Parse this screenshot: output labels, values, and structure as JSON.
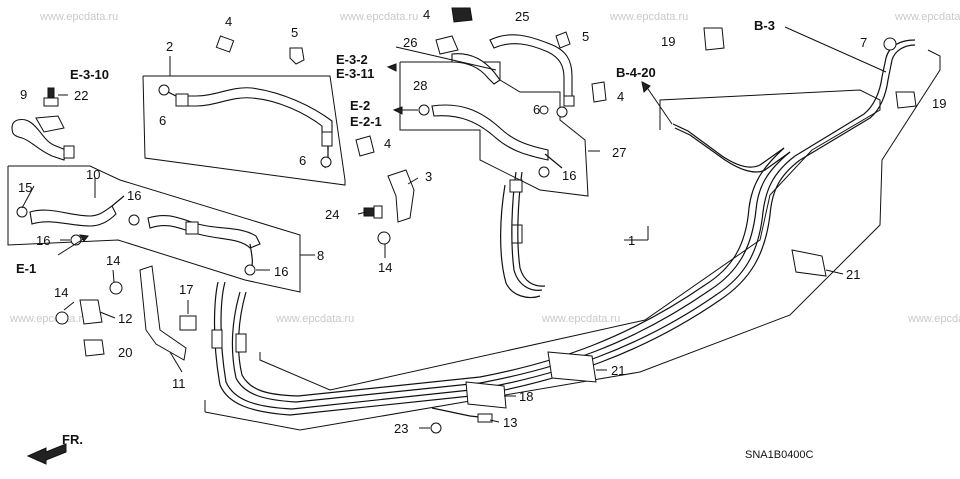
{
  "watermark": "www.epcdata.ru",
  "diagram_code": "SNA1B0400C",
  "front_label": "FR.",
  "refs": {
    "e310": "E-3-10",
    "e32": "E-3-2",
    "e311": "E-3-11",
    "e2": "E-2",
    "e21": "E-2-1",
    "e1": "E-1",
    "b3": "B-3",
    "b420": "B-4-20"
  },
  "labels": {
    "n1": "1",
    "n2": "2",
    "n3": "3",
    "n4a": "4",
    "n4b": "4",
    "n4c": "4",
    "n4d": "4",
    "n5a": "5",
    "n5b": "5",
    "n6a": "6",
    "n6b": "6",
    "n6c": "6",
    "n7": "7",
    "n8": "8",
    "n9": "9",
    "n10": "10",
    "n11": "11",
    "n12": "12",
    "n13": "13",
    "n14a": "14",
    "n14b": "14",
    "n14c": "14",
    "n15": "15",
    "n16a": "16",
    "n16b": "16",
    "n16c": "16",
    "n16d": "16",
    "n17": "17",
    "n18": "18",
    "n19a": "19",
    "n19b": "19",
    "n20": "20",
    "n21a": "21",
    "n21b": "21",
    "n22": "22",
    "n23": "23",
    "n24": "24",
    "n25": "25",
    "n26": "26",
    "n27": "27",
    "n28": "28"
  }
}
